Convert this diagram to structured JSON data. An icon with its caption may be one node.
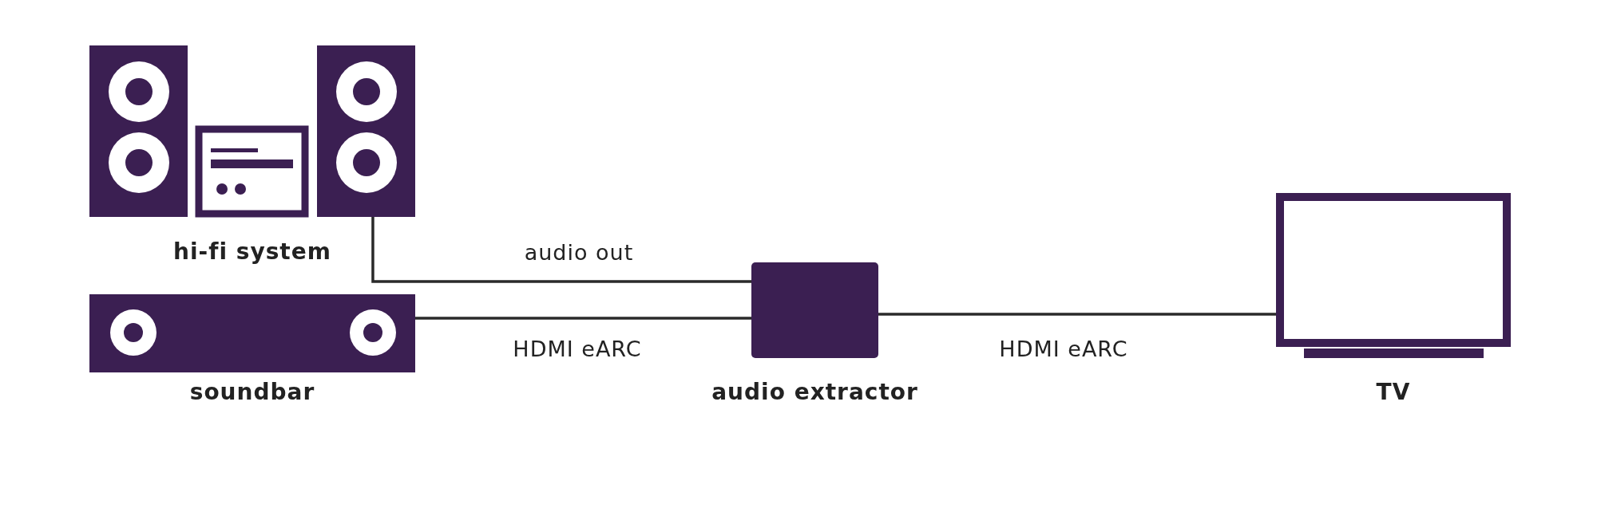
{
  "diagram": {
    "nodes": [
      {
        "text": [
          "hi-fi system"
        ]
      },
      {
        "text": [
          "soundbar"
        ]
      },
      {
        "text": [
          "audio extractor"
        ]
      },
      {
        "text": [
          "TV"
        ]
      }
    ],
    "edges": [
      {
        "from": 0,
        "to": 2,
        "arrow": "none",
        "label": "audio out"
      },
      {
        "from": 1,
        "to": 2,
        "arrow": "none",
        "label": "HDMI eARC"
      },
      {
        "from": 2,
        "to": 3,
        "arrow": "none",
        "label": "HDMI eARC"
      }
    ]
  }
}
